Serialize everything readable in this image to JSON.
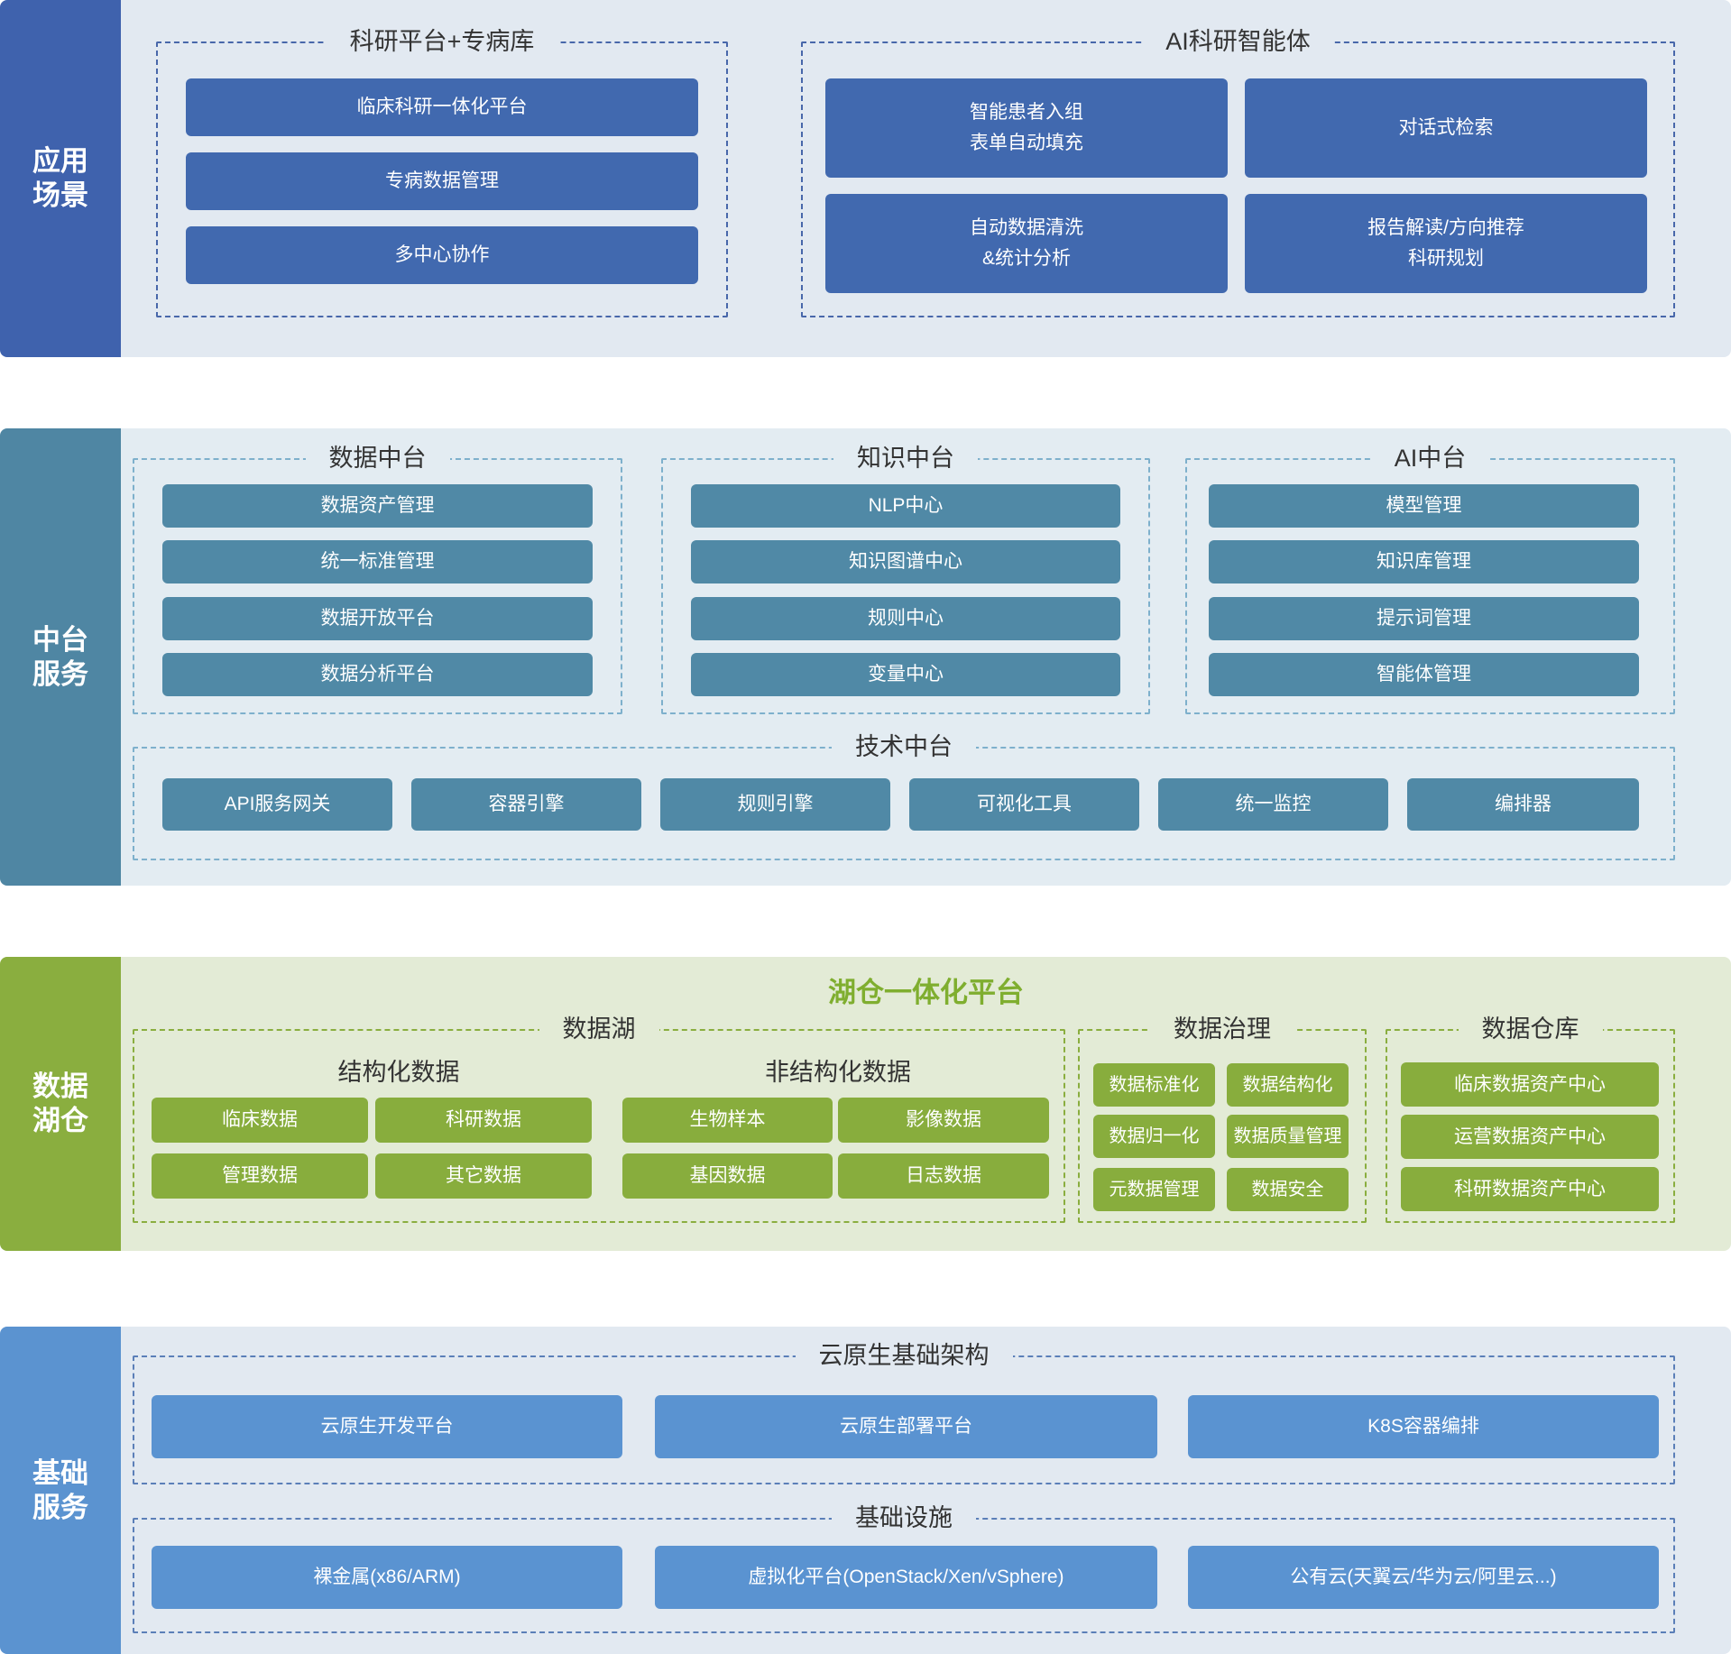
{
  "layers": {
    "app": {
      "label_line1": "应用",
      "label_line2": "场景",
      "groups": {
        "research": {
          "title": "科研平台+专病库",
          "items": [
            "临床科研一体化平台",
            "专病数据管理",
            "多中心协作"
          ]
        },
        "agent": {
          "title": "AI科研智能体",
          "items": [
            {
              "l1": "智能患者入组",
              "l2": "表单自动填充"
            },
            {
              "l1": "对话式检索",
              "l2": ""
            },
            {
              "l1": "自动数据清洗",
              "l2": "&统计分析"
            },
            {
              "l1": "报告解读/方向推荐",
              "l2": "科研规划"
            }
          ]
        }
      }
    },
    "mid": {
      "label_line1": "中台",
      "label_line2": "服务",
      "groups": {
        "data": {
          "title": "数据中台",
          "items": [
            "数据资产管理",
            "统一标准管理",
            "数据开放平台",
            "数据分析平台"
          ]
        },
        "knowledge": {
          "title": "知识中台",
          "items": [
            "NLP中心",
            "知识图谱中心",
            "规则中心",
            "变量中心"
          ]
        },
        "ai": {
          "title": "AI中台",
          "items": [
            "模型管理",
            "知识库管理",
            "提示词管理",
            "智能体管理"
          ]
        },
        "tech": {
          "title": "技术中台",
          "items": [
            "API服务网关",
            "容器引擎",
            "规则引擎",
            "可视化工具",
            "统一监控",
            "编排器"
          ]
        }
      }
    },
    "lake": {
      "label_line1": "数据",
      "label_line2": "湖仓",
      "platform_title": "湖仓一体化平台",
      "groups": {
        "lake": {
          "title": "数据湖",
          "structured": {
            "title": "结构化数据",
            "items": [
              "临床数据",
              "科研数据",
              "管理数据",
              "其它数据"
            ]
          },
          "unstructured": {
            "title": "非结构化数据",
            "items": [
              "生物样本",
              "影像数据",
              "基因数据",
              "日志数据"
            ]
          }
        },
        "governance": {
          "title": "数据治理",
          "items": [
            "数据标准化",
            "数据结构化",
            "数据归一化",
            "数据质量管理",
            "元数据管理",
            "数据安全"
          ]
        },
        "warehouse": {
          "title": "数据仓库",
          "items": [
            "临床数据资产中心",
            "运营数据资产中心",
            "科研数据资产中心"
          ]
        }
      }
    },
    "base": {
      "label_line1": "基础",
      "label_line2": "服务",
      "groups": {
        "cloud": {
          "title": "云原生基础架构",
          "items": [
            "云原生开发平台",
            "云原生部署平台",
            "K8S容器编排"
          ]
        },
        "infra": {
          "title": "基础设施",
          "items": [
            "裸金属(x86/ARM)",
            "虚拟化平台(OpenStack/Xen/vSphere)",
            "公有云(天翼云/华为云/阿里云...)"
          ]
        }
      }
    }
  }
}
